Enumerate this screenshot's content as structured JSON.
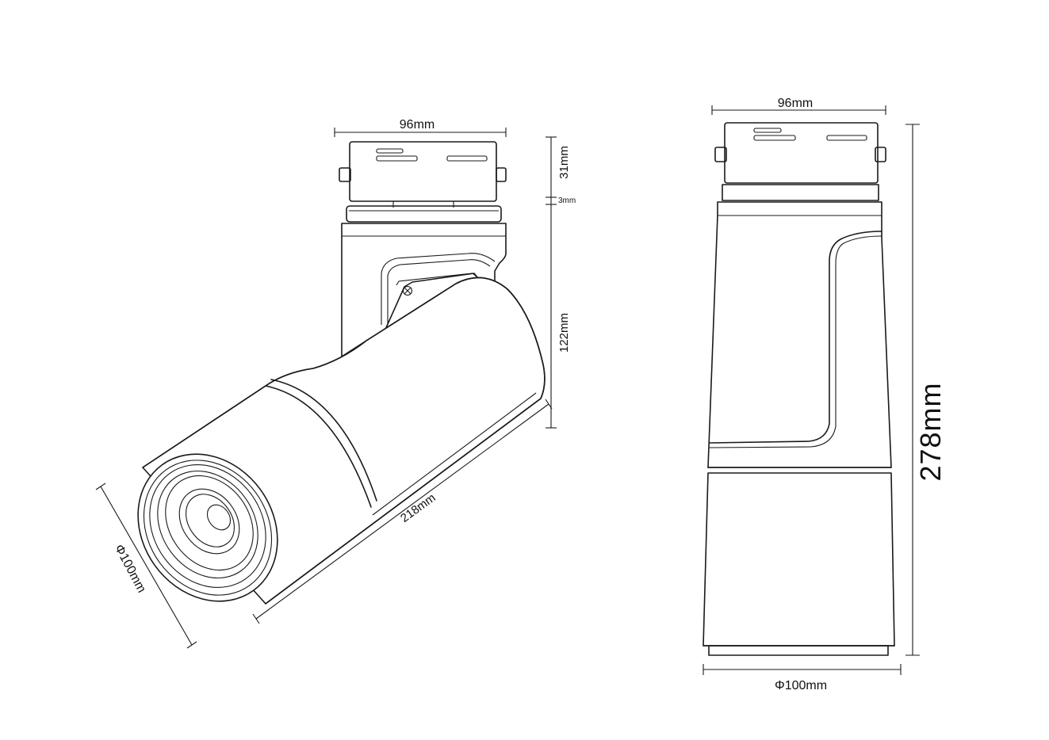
{
  "labels": {
    "left_width": "96mm",
    "left_top_height": "31mm",
    "left_gap": "3mm",
    "left_arm_height": "122mm",
    "left_length": "218mm",
    "left_diameter": "Φ100mm",
    "right_width": "96mm",
    "right_height": "278mm",
    "right_diameter": "Φ100mm"
  }
}
